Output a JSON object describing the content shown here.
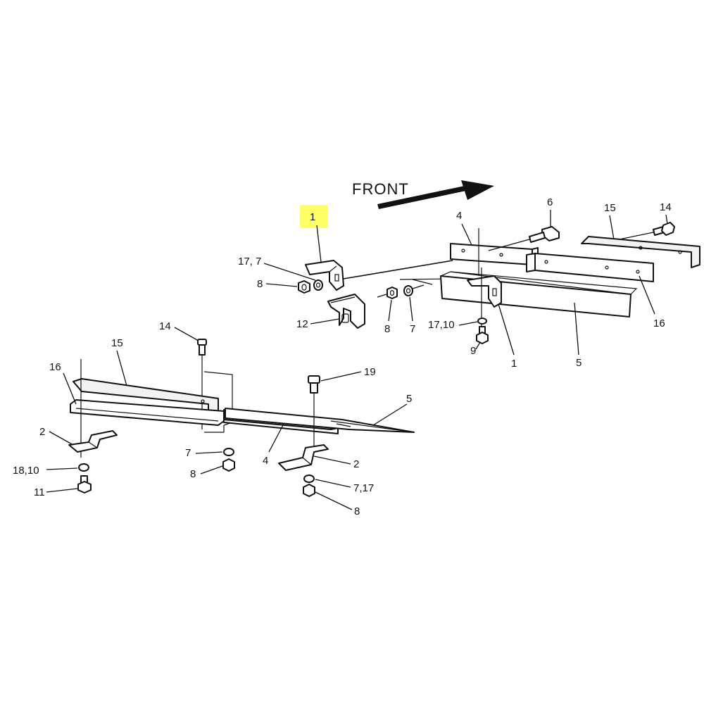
{
  "diagram": {
    "direction_label": "FRONT",
    "highlight_color": "#ffff66",
    "callouts": {
      "c1_highlighted": "1",
      "c17_7_top": "17, 7",
      "c8_top_left": "8",
      "c12": "12",
      "c8_mid": "8",
      "c7_mid": "7",
      "c4_top": "4",
      "c6": "6",
      "c15_top": "15",
      "c14_top": "14",
      "c16_top": "16",
      "c5_top": "5",
      "c1_right": "1",
      "c17_10": "17,10",
      "c9": "9",
      "c14_left": "14",
      "c15_left": "15",
      "c16_left": "16",
      "c19": "19",
      "c5_left": "5",
      "c2_left": "2",
      "c18_10": "18,10",
      "c11": "11",
      "c7_left": "7",
      "c8_left": "8",
      "c4_left": "4",
      "c2_right": "2",
      "c7_17": "7,17",
      "c8_bottom": "8"
    }
  }
}
